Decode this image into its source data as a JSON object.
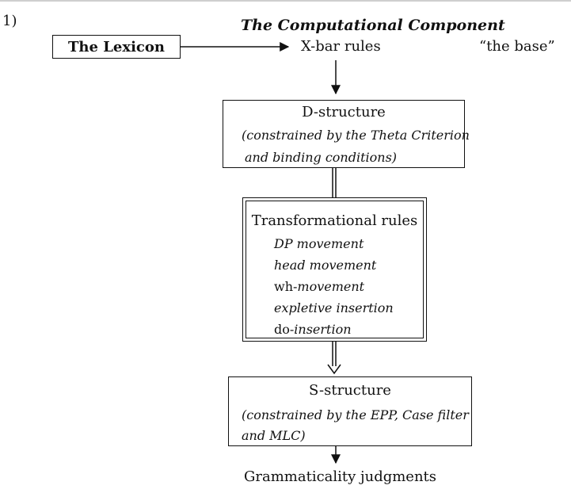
{
  "example_number": "1)",
  "title": "The Computational Component",
  "lexicon_label": "The Lexicon",
  "xbar_label": "X-bar rules",
  "base_label": "“the base”",
  "d_structure": {
    "heading": "D-structure",
    "line1": "(constrained by the Theta Criterion",
    "line2": "and binding conditions)"
  },
  "transformational_rules": {
    "heading": "Transformational rules",
    "items": [
      {
        "plain": "",
        "italic": "DP movement"
      },
      {
        "plain": "",
        "italic": "head movement"
      },
      {
        "plain": "wh-",
        "italic": "movement"
      },
      {
        "plain": "",
        "italic": "expletive insertion"
      },
      {
        "plain": "do-",
        "italic": "insertion"
      }
    ]
  },
  "s_structure": {
    "heading": "S-structure",
    "line1": "(constrained by the EPP, Case filter",
    "line2": "and MLC)"
  },
  "output_label": "Grammaticality judgments"
}
